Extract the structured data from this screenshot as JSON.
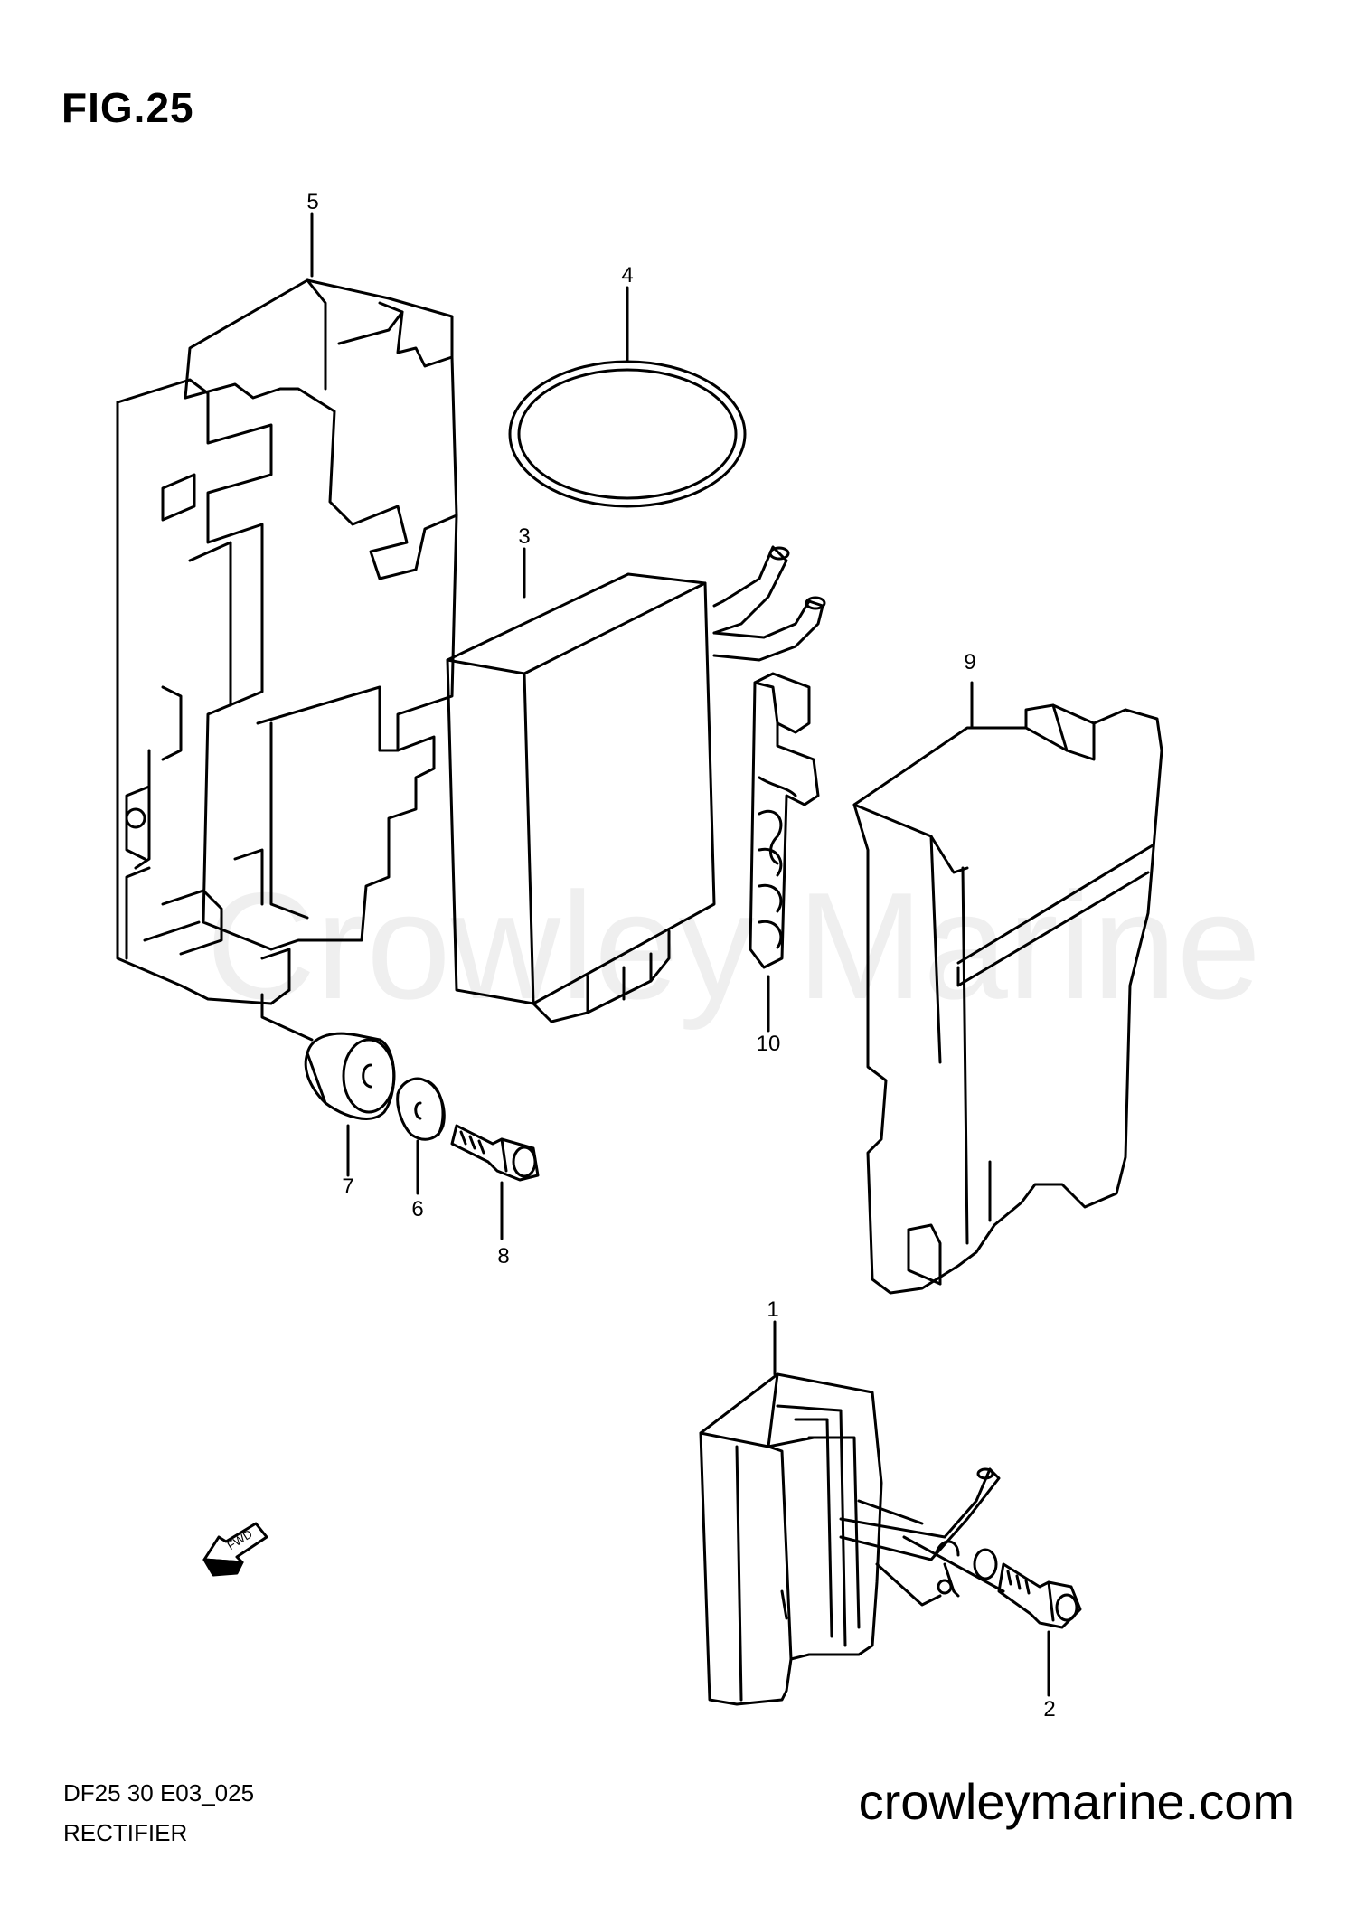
{
  "figure": {
    "title": "FIG.25"
  },
  "watermark": "Crowley Marine",
  "parts": [
    {
      "number": "1"
    },
    {
      "number": "2"
    },
    {
      "number": "3"
    },
    {
      "number": "4"
    },
    {
      "number": "5"
    },
    {
      "number": "6"
    },
    {
      "number": "7"
    },
    {
      "number": "8"
    },
    {
      "number": "9"
    },
    {
      "number": "10"
    }
  ],
  "fwd_arrow": {
    "label": "FWD"
  },
  "footer": {
    "model_code": "DF25 30 E03_025",
    "section_name": "RECTIFIER",
    "website": "crowleymarine.com"
  }
}
